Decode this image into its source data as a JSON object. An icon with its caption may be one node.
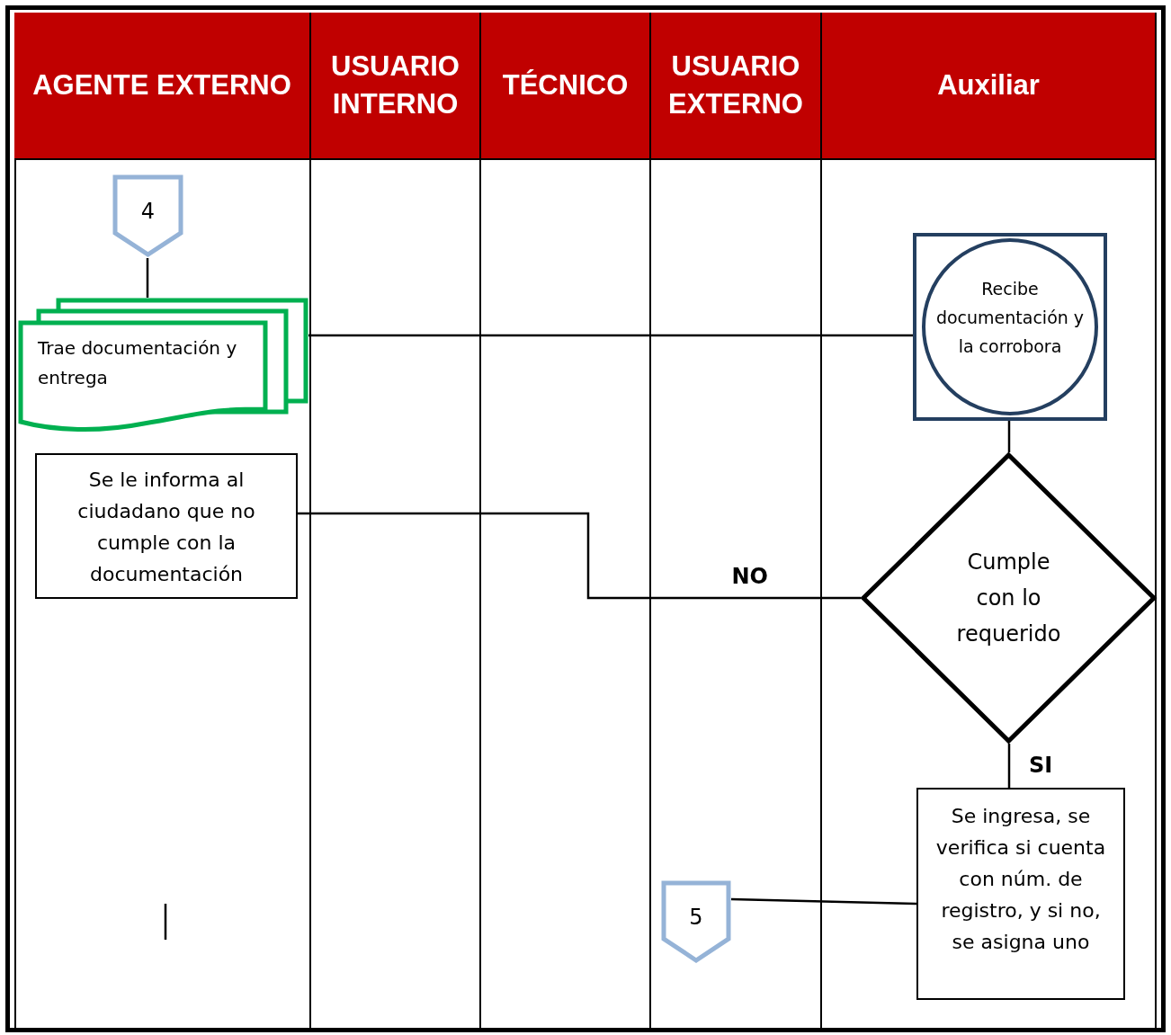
{
  "diagram": {
    "nodes": [
      {
        "text": [
          "AGENTE EXTERNO"
        ]
      },
      {
        "text": [
          "USUARIO INTERNO"
        ]
      },
      {
        "text": [
          "TÉCNICO"
        ]
      },
      {
        "text": [
          "USUARIO EXTERNO"
        ]
      },
      {
        "text": [
          "Auxiliar"
        ]
      },
      {
        "text": [
          "4"
        ]
      },
      {
        "text": [
          "Trae documentación y entrega"
        ]
      },
      {
        "text": [
          "Se le informa al ciudadano que no cumple con la documentación"
        ]
      },
      {
        "text": [
          "Recibe documentación y la corrobora"
        ]
      },
      {
        "text": [
          "Cumple con lo requerido"
        ]
      },
      {
        "text": [
          "Se ingresa, se verifica si cuenta con núm. de registro, y si no, se asigna uno"
        ]
      },
      {
        "text": [
          "5"
        ]
      }
    ],
    "edges": [
      {
        "from": 5,
        "to": 6,
        "arrow": "none"
      },
      {
        "from": 6,
        "to": 8,
        "arrow": "none"
      },
      {
        "from": 9,
        "to": 7,
        "arrow": "none",
        "label": "NO"
      },
      {
        "from": 8,
        "to": 9,
        "arrow": "none"
      },
      {
        "from": 9,
        "to": 10,
        "arrow": "none",
        "label": "SI"
      },
      {
        "from": 10,
        "to": 11,
        "arrow": "none"
      }
    ]
  }
}
